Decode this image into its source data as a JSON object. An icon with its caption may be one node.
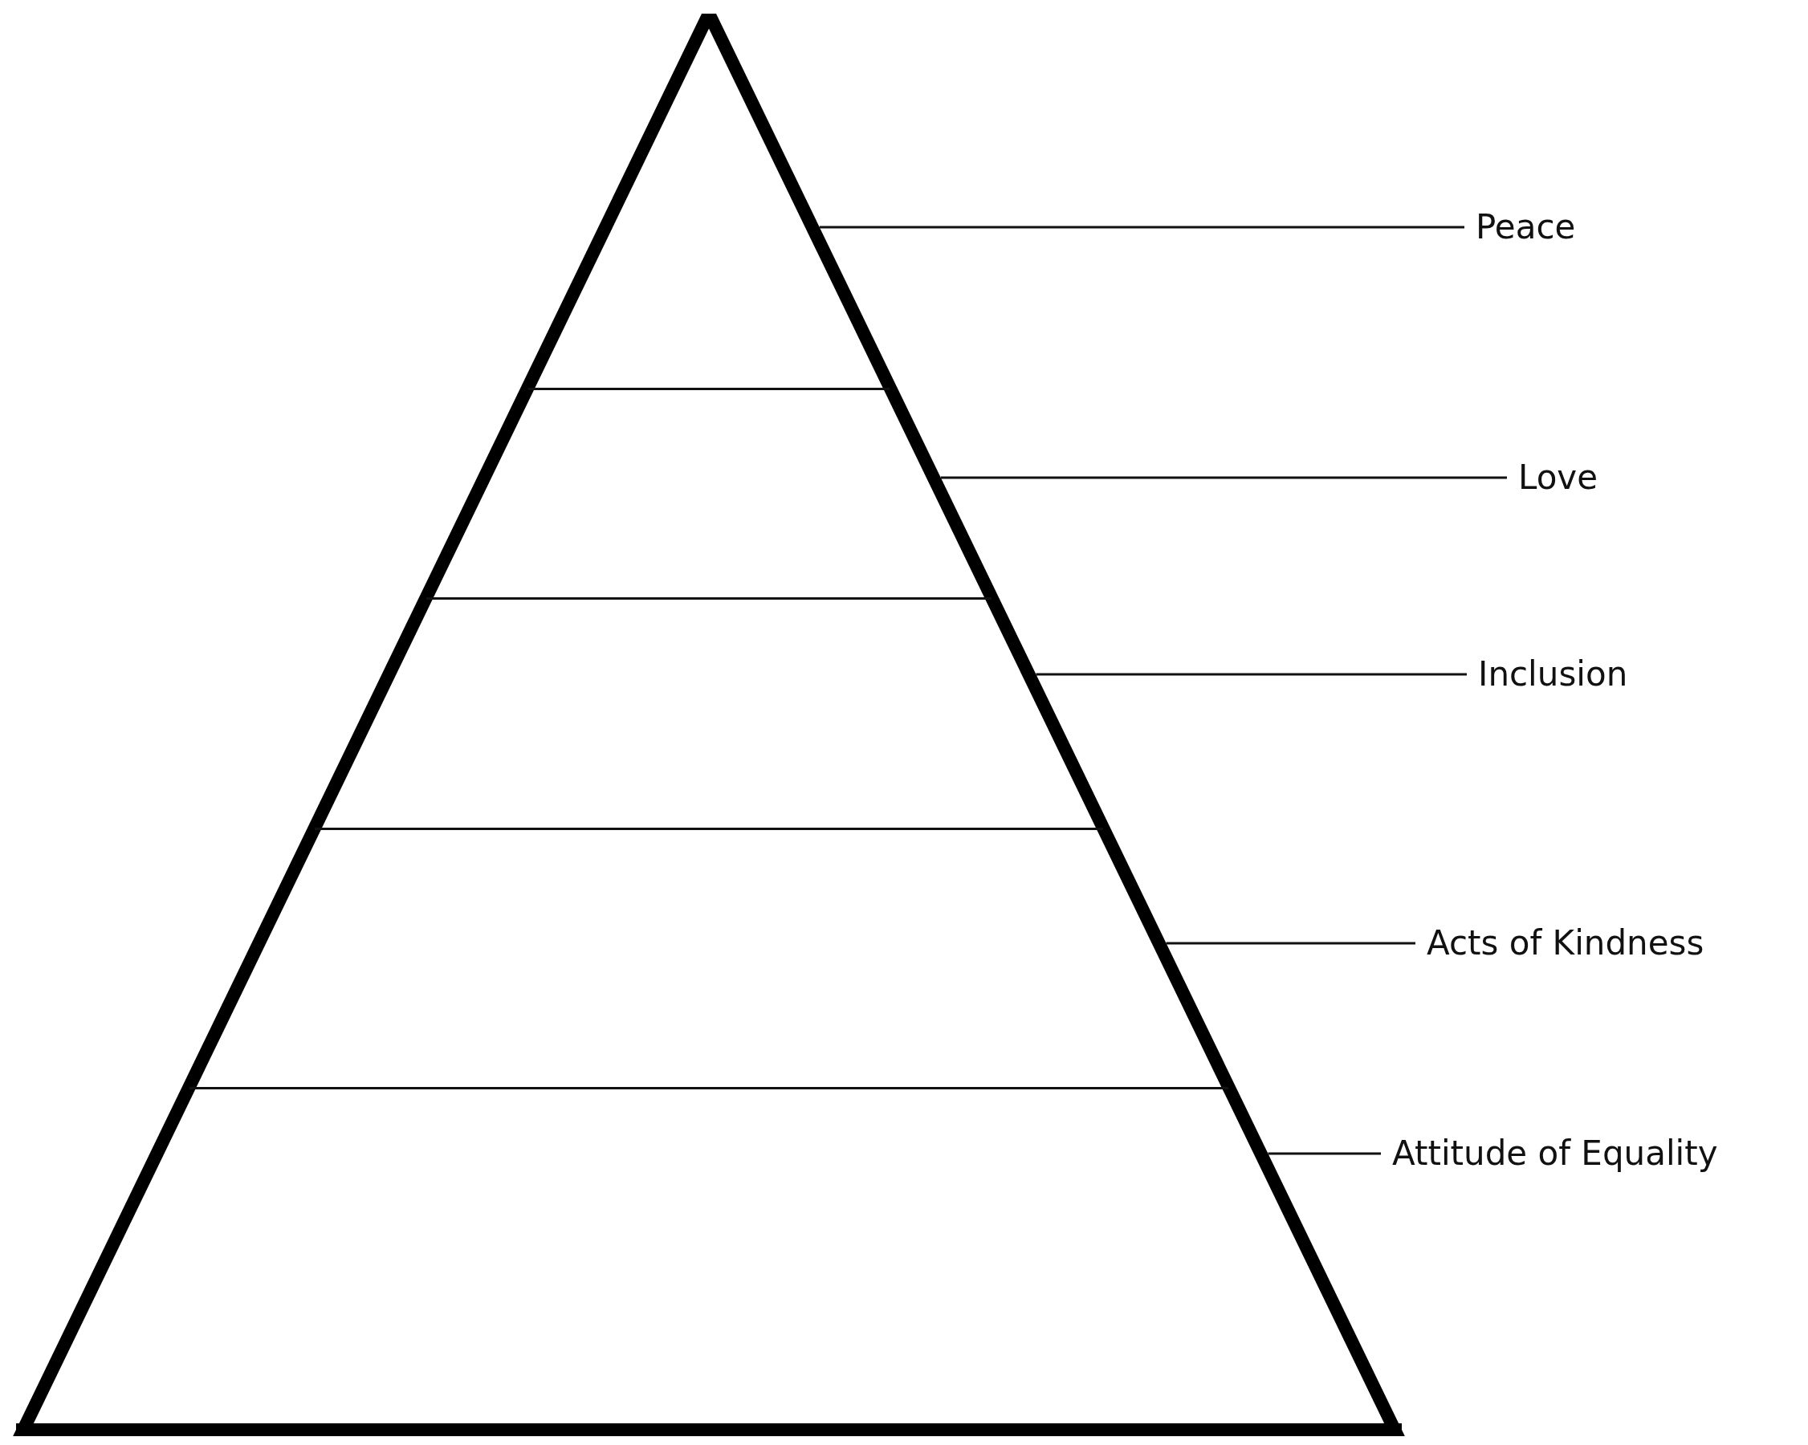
{
  "diagram": {
    "nodes": [
      {
        "text": [],
        "shape": "triangle"
      },
      {
        "text": [],
        "shape": "trapezoid"
      },
      {
        "text": [],
        "shape": "trapezoid"
      },
      {
        "text": [],
        "shape": "trapezoid"
      },
      {
        "text": [],
        "shape": "trapezoid"
      },
      {
        "text": [
          "Peace"
        ]
      },
      {
        "text": [
          "Love"
        ]
      },
      {
        "text": [
          "Inclusion"
        ]
      },
      {
        "text": [
          "Acts of Kindness"
        ]
      },
      {
        "text": [
          "Attitude of Equality"
        ]
      }
    ],
    "edges": [
      {
        "from": 5,
        "to": 0,
        "arrow": "none"
      },
      {
        "from": 6,
        "to": 1,
        "arrow": "none"
      },
      {
        "from": 7,
        "to": 2,
        "arrow": "none"
      },
      {
        "from": 8,
        "to": 3,
        "arrow": "none"
      },
      {
        "from": 9,
        "to": 4,
        "arrow": "none"
      }
    ]
  }
}
